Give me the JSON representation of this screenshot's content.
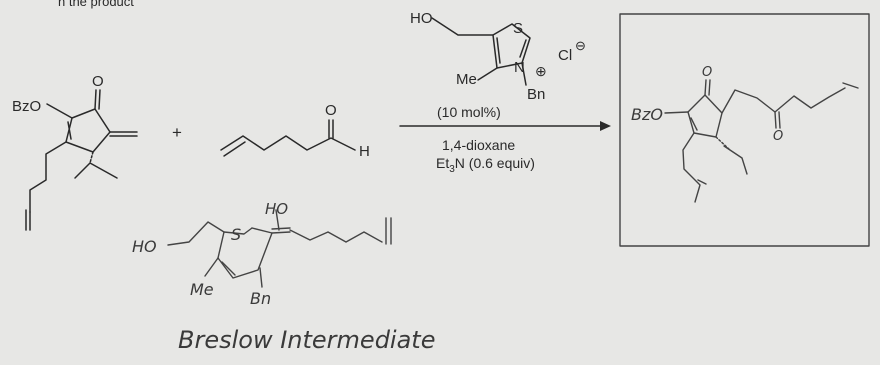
{
  "header_fragment": "n the product",
  "reactant_1": {
    "bzo_label": "BzO",
    "ketone_o": "O"
  },
  "plus_sign": "+",
  "reactant_2": {
    "carbonyl_o": "O",
    "aldehyde_h": "H"
  },
  "catalyst": {
    "ho_label": "HO",
    "s_label": "S",
    "n_label": "N",
    "n_charge": "⊕",
    "me_label": "Me",
    "bn_label": "Bn",
    "counterion": "Cl",
    "counterion_charge": "⊖"
  },
  "conditions": {
    "loading": "(10 mol%)",
    "solvent": "1,4-dioxane",
    "base_prefix": "Et",
    "base_sub": "3",
    "base_suffix": "N (0.6 equiv)"
  },
  "product": {
    "bzo_label": "BzO",
    "ring_o": "O",
    "chain_o": "O"
  },
  "breslow": {
    "ho_left": "HO",
    "s_label": "S",
    "ho_top": "HO",
    "me_label": "Me",
    "bn_label": "Bn",
    "caption": "Breslow Intermediate"
  },
  "colors": {
    "background": "#e7e7e5",
    "ink": "#2a2a2a"
  }
}
